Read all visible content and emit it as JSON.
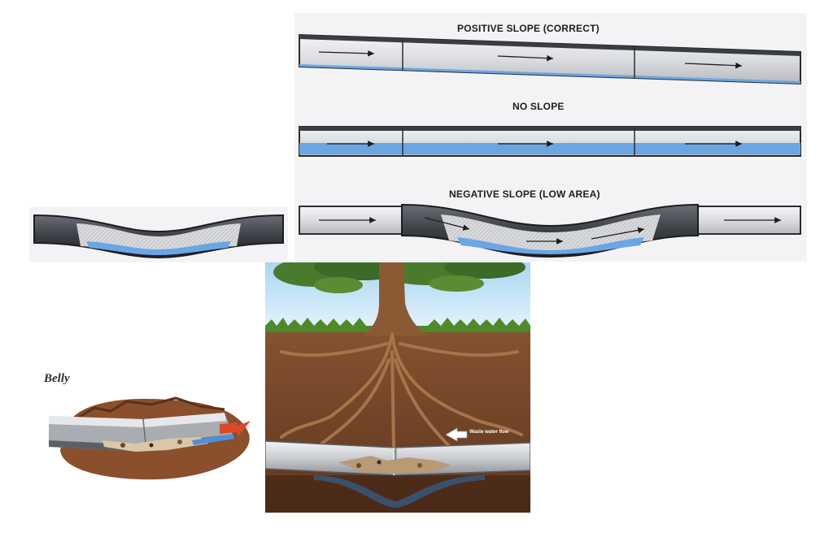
{
  "slope_diagrams": {
    "positive_label": "POSITIVE SLOPE (CORRECT)",
    "no_slope_label": "NO SLOPE",
    "negative_label": "NEGATIVE SLOPE (LOW AREA)"
  },
  "belly_diagram": {
    "label": "Belly"
  },
  "root_diagram": {
    "flow_label": "Waste water flow"
  },
  "colors": {
    "pipe_wall": "#3c3f45",
    "pipe_interior": "#dcdde0",
    "water": "#6aa6e3",
    "soil": "#7a4a2c",
    "grass": "#4f8a2a",
    "sky": "#cde6f6",
    "foliage": "#3d6a26"
  }
}
